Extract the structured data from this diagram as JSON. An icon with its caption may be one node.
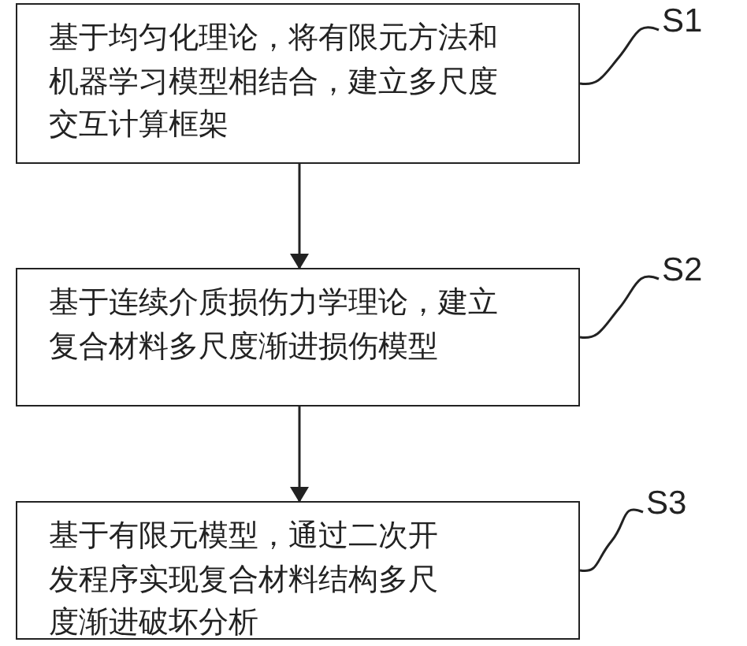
{
  "diagram": {
    "nodes": [
      {
        "text": [
          "基于均匀化理论，将有限元方法和机器学习模型相结合，建立多尺度交互计算框架"
        ]
      },
      {
        "text": [
          "S1"
        ]
      },
      {
        "text": [
          "基于连续介质损伤力学理论，建立复合材料多尺度渐进损伤模型"
        ]
      },
      {
        "text": [
          "S2"
        ]
      },
      {
        "text": [
          "基于有限元模型，通过二次开发程序实现复合材料结构多尺度渐进破坏分析"
        ]
      },
      {
        "text": [
          "S3"
        ]
      }
    ],
    "edges": [
      {
        "from": 0,
        "to": 2,
        "arrow": "to"
      },
      {
        "from": 2,
        "to": 4,
        "arrow": "to"
      },
      {
        "from": 1,
        "to": 0,
        "arrow": "none"
      },
      {
        "from": 3,
        "to": 2,
        "arrow": "none"
      },
      {
        "from": 5,
        "to": 4,
        "arrow": "none"
      }
    ]
  }
}
